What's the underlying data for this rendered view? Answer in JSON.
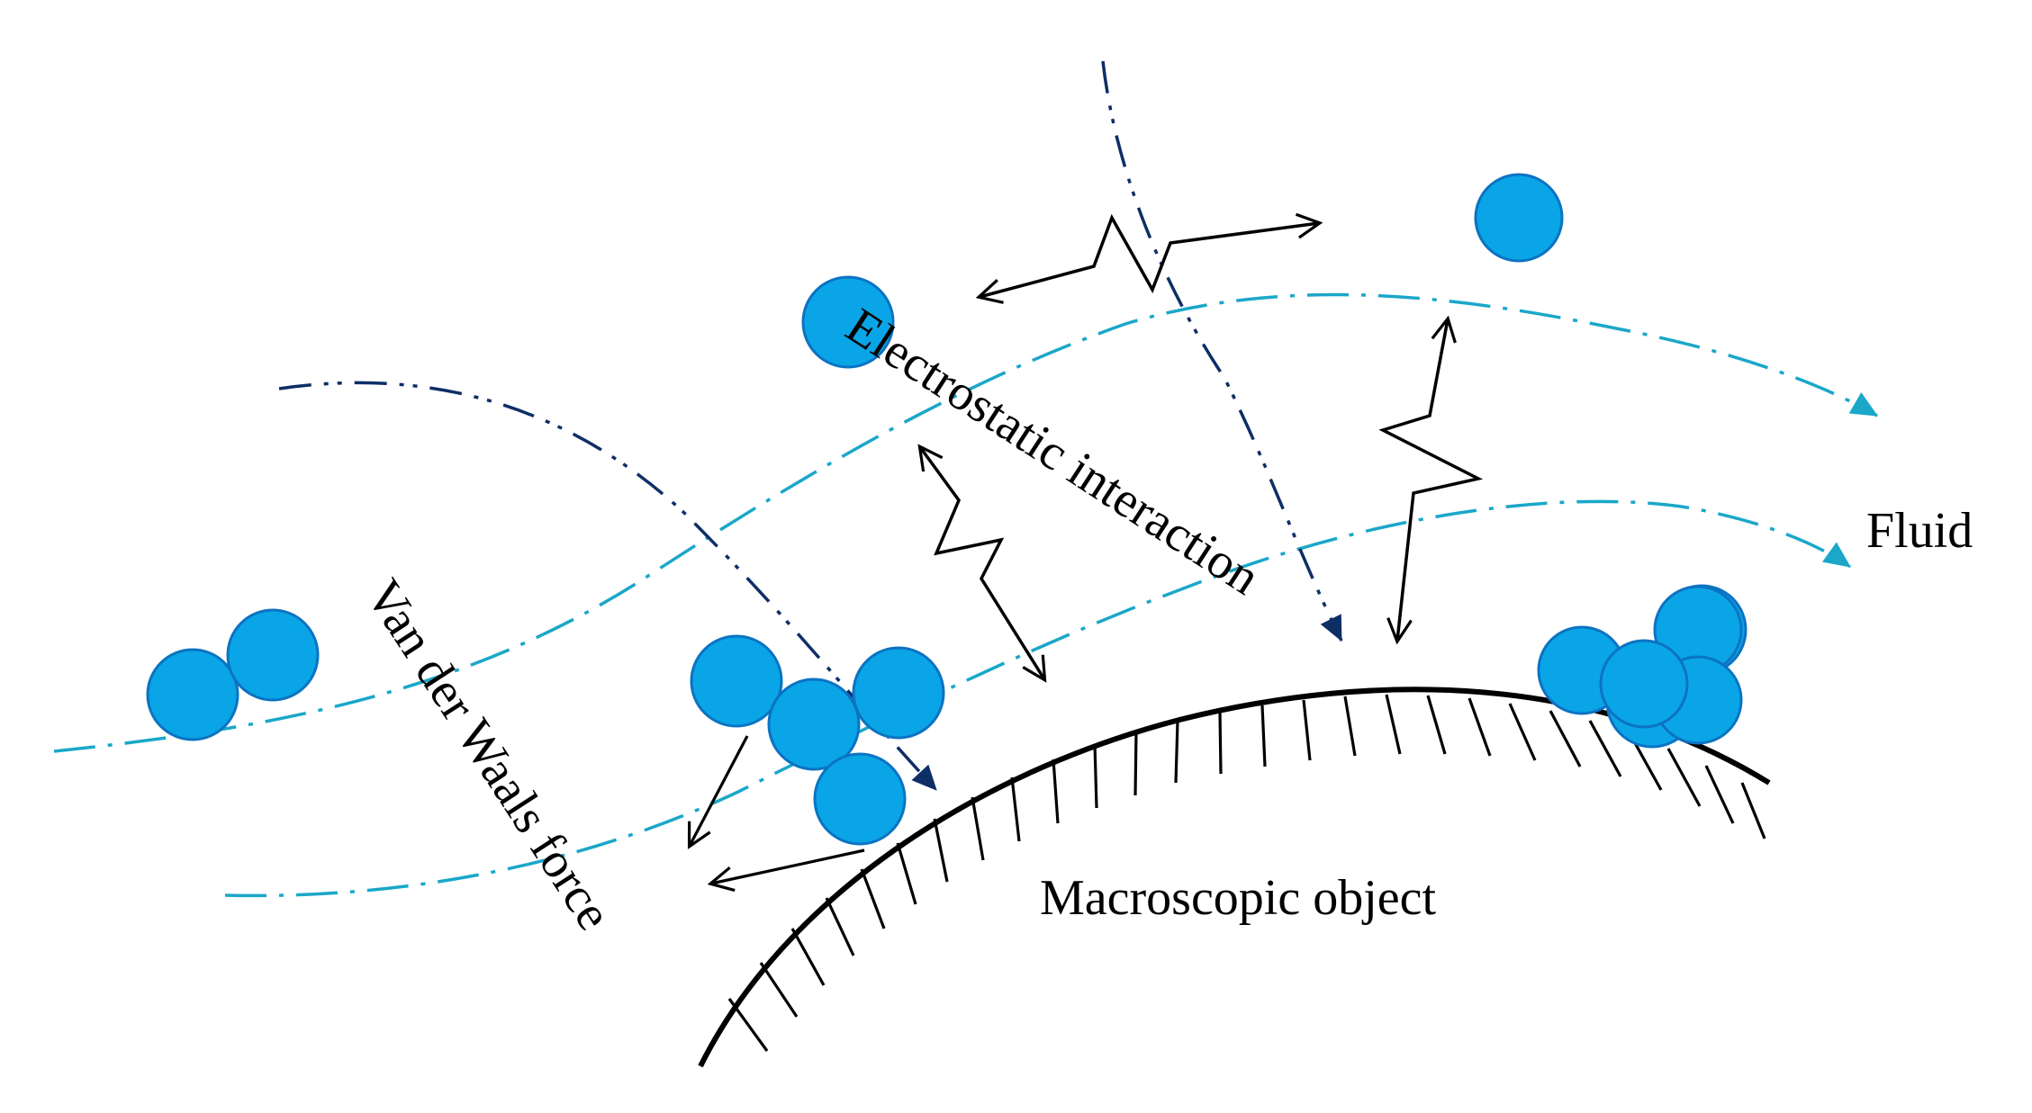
{
  "labels": {
    "electrostatic": "Electrostatic interaction",
    "fluid": "Fluid",
    "van_der_waals": "Van der Waals force",
    "macroscopic": "Macroscopic object"
  },
  "colors": {
    "particle_fill": "#0aa5e6",
    "particle_stroke": "#0b73c2",
    "fluid_line": "#1aa7c9",
    "trajectory_line": "#0e2e66",
    "surface": "#000000",
    "arrow": "#000000"
  }
}
